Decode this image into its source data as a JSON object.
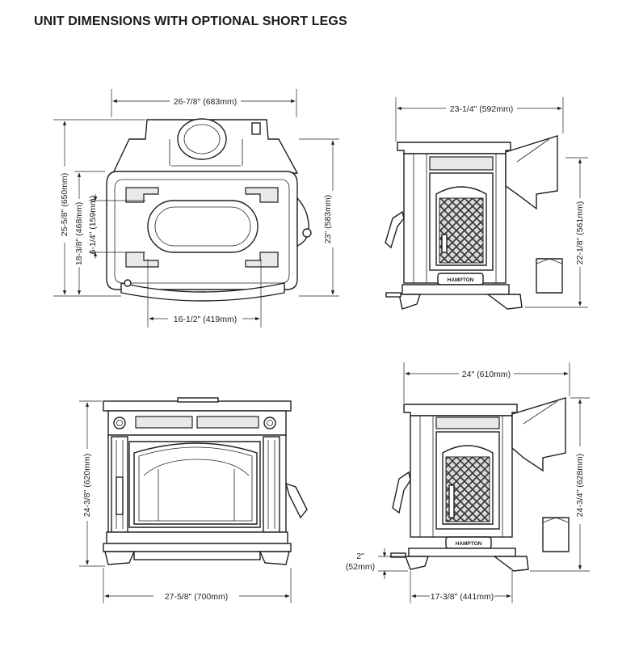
{
  "title": "UNIT DIMENSIONS WITH OPTIONAL SHORT LEGS",
  "top_view": {
    "width": "26-7/8\" (683mm)",
    "depth": "25-5/8\" (650mm)",
    "depth_inner": "18-3/8\" (468mm)",
    "opening_height": "6-1/4\" (159mm)",
    "right_depth": "23\" (583mm)",
    "opening_width": "16-1/2\" (419mm)"
  },
  "side_view_upper": {
    "width": "23-1/4\" (592mm)",
    "height": "22-1/8\" (561mm)",
    "badge": "HAMPTON"
  },
  "front_view": {
    "height": "24-3/8\" (620mm)",
    "width": "27-5/8\" (700mm)"
  },
  "side_view_lower": {
    "width": "24\" (610mm)",
    "height": "24-3/4\" (628mm)",
    "leg_height_in": "2\"",
    "leg_height_mm": "(52mm)",
    "depth": "17-3/8\" (441mm)",
    "badge": "HAMPTON"
  }
}
